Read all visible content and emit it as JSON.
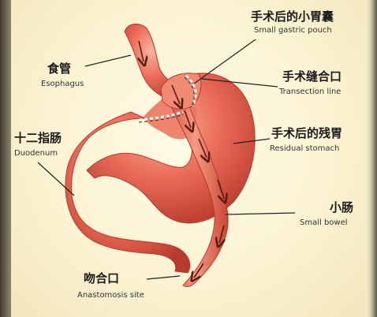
{
  "labels": {
    "pouch_zh": "手术后的小胃囊",
    "pouch_en": "Small gastric pouch",
    "esophagus_zh": "食管",
    "esophagus_en": "Esophagus",
    "transection_zh": "手术缝合口",
    "transection_en": "Transection line",
    "duodenum_zh": "十二指肠",
    "duodenum_en": "Duodenum",
    "residual_zh": "手术后的残胃",
    "residual_en": "Residual stomach",
    "bowel_zh": "小肠",
    "bowel_en": "Small bowel",
    "anastomosis_zh": "吻合口",
    "anastomosis_en": "Anastomosis site"
  },
  "colors": {
    "organ": "#e8634f",
    "organ_light": "#f6a089",
    "organ_dark": "#b8392d",
    "arrow": "#5a1b10",
    "background": "#fbf3d2"
  }
}
